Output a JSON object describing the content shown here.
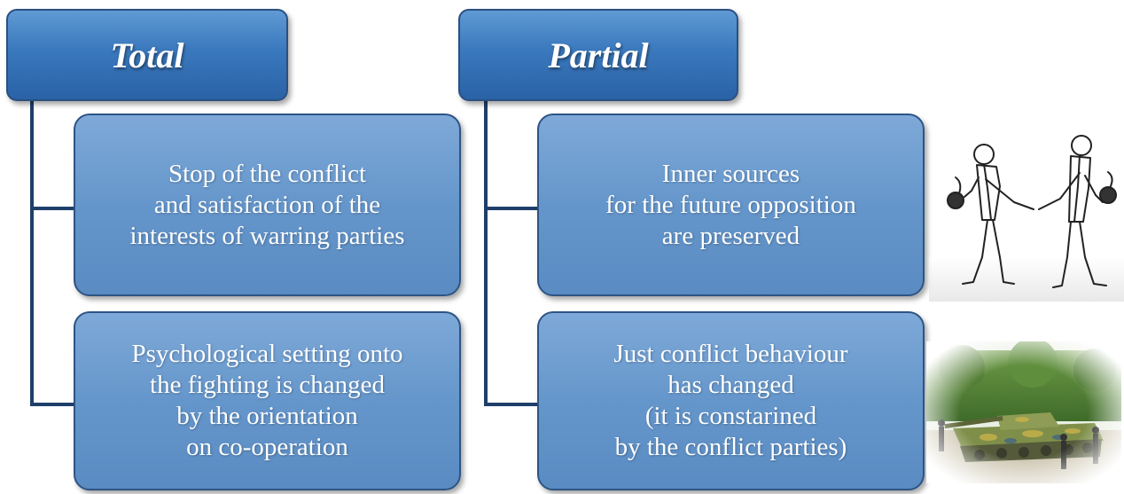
{
  "columns": [
    {
      "heading": "Total",
      "items": [
        "Stop of the conflict\nand satisfaction of the\ninterests of warring parties",
        "Psychological setting onto\nthe fighting is changed\nby the orientation\non co-operation"
      ]
    },
    {
      "heading": "Partial",
      "items": [
        "Inner sources\nfor the future opposition\nare preserved",
        "Just conflict behaviour\nhas changed\n(it is constarined\nby the conflict parties)"
      ]
    }
  ],
  "pictures": {
    "handshake": "sketch of two men shaking hands, each hiding a bomb behind his back",
    "tank": "photo of people standing around a camouflaged tank"
  },
  "colors": {
    "header_fill": "#3a78bd",
    "box_fill": "#6596cb",
    "connector": "#1f3f6b",
    "text": "#ffffff"
  }
}
